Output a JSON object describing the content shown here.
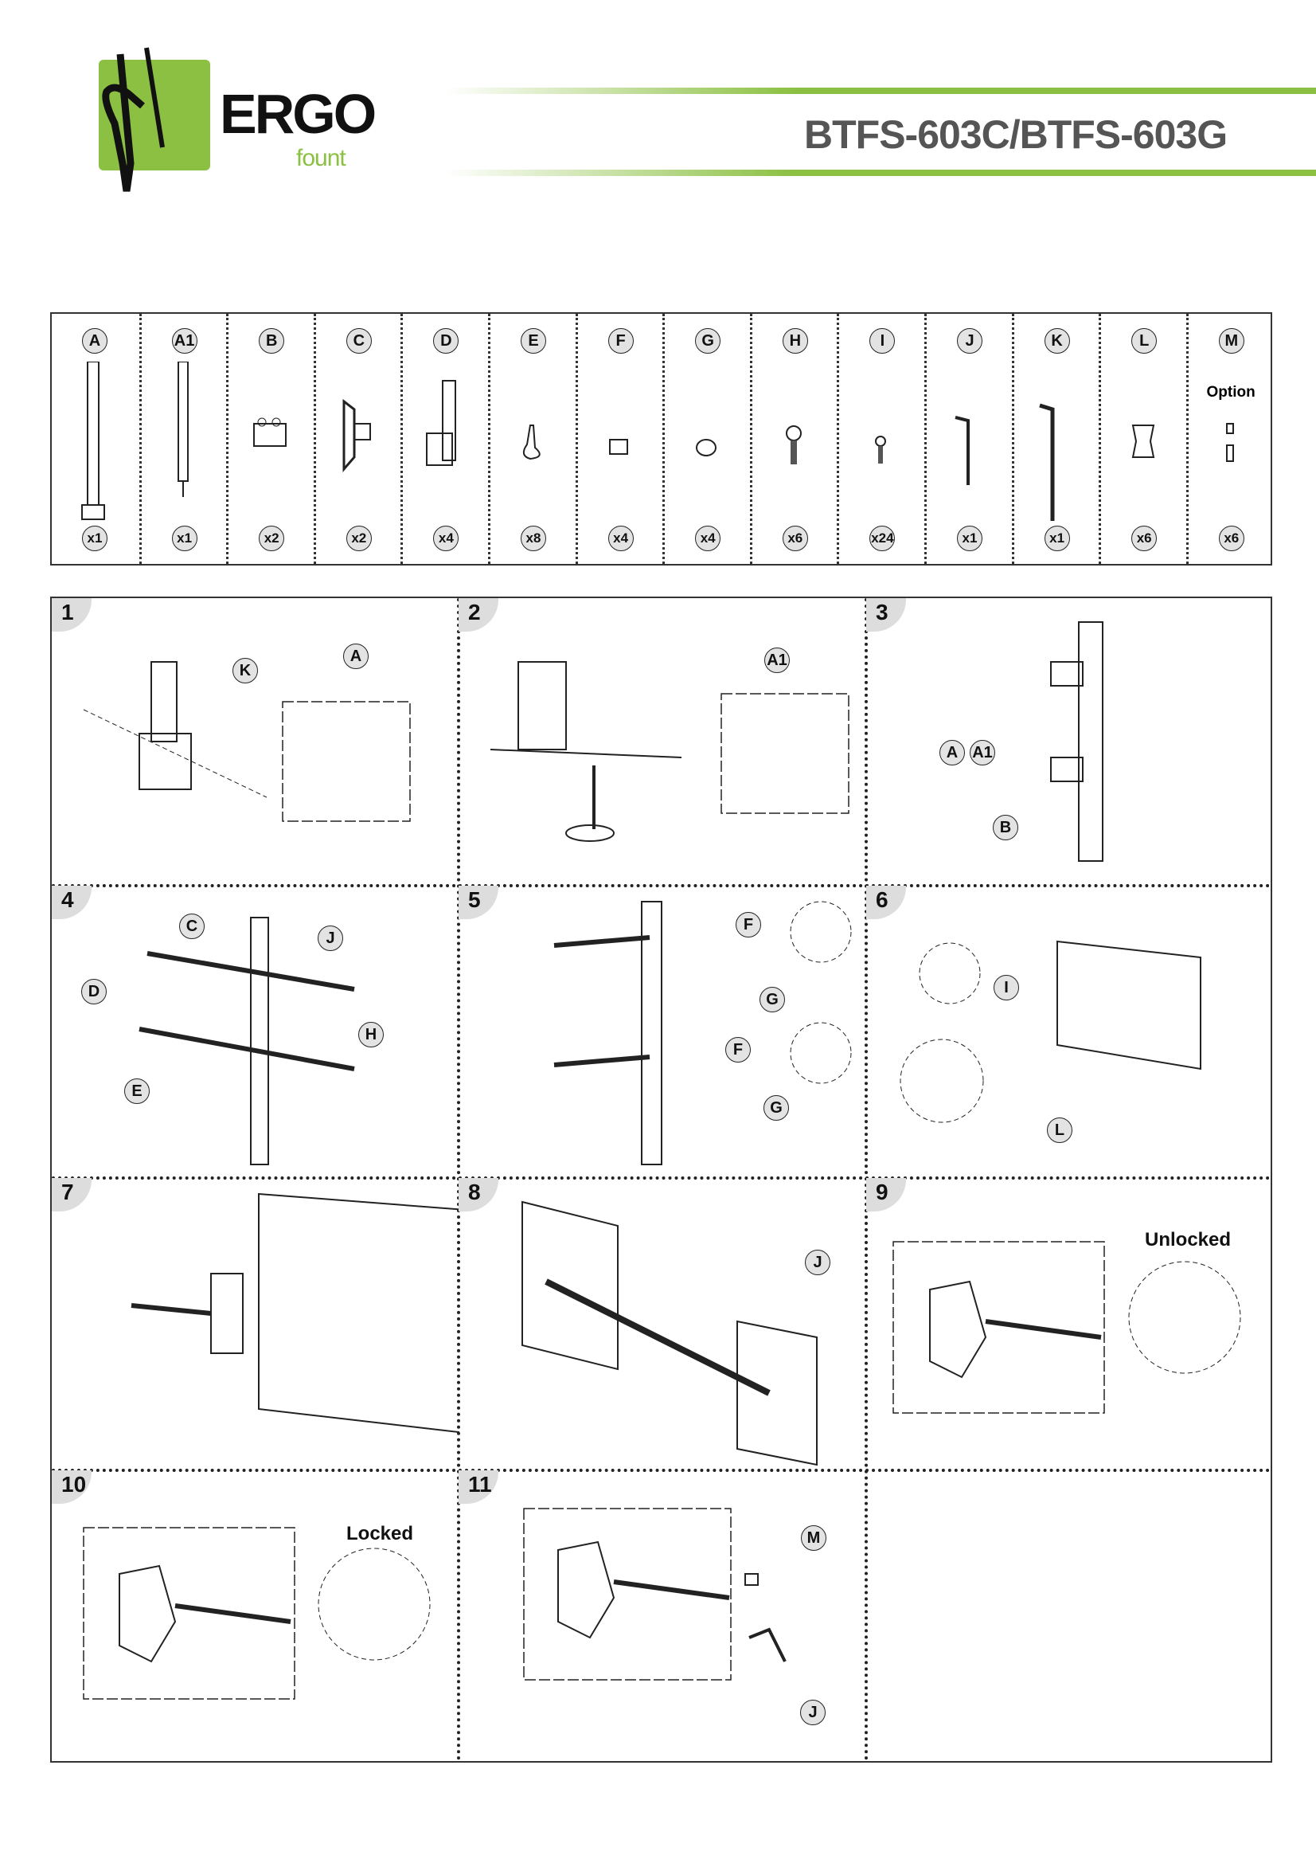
{
  "header": {
    "logo_text": "ERGO",
    "logo_sub": "fount",
    "model": "BTFS-603C/BTFS-603G",
    "accent": "#8cc043"
  },
  "parts": [
    {
      "id": "A",
      "qty": "x1"
    },
    {
      "id": "A1",
      "qty": "x1"
    },
    {
      "id": "B",
      "qty": "x2"
    },
    {
      "id": "C",
      "qty": "x2"
    },
    {
      "id": "D",
      "qty": "x4"
    },
    {
      "id": "E",
      "qty": "x8"
    },
    {
      "id": "F",
      "qty": "x4"
    },
    {
      "id": "G",
      "qty": "x4"
    },
    {
      "id": "H",
      "qty": "x6"
    },
    {
      "id": "I",
      "qty": "x24"
    },
    {
      "id": "J",
      "qty": "x1"
    },
    {
      "id": "K",
      "qty": "x1"
    },
    {
      "id": "L",
      "qty": "x6"
    },
    {
      "id": "M",
      "qty": "x6",
      "note": "Option"
    }
  ],
  "steps": [
    {
      "num": "1",
      "callouts": [
        "K",
        "A"
      ]
    },
    {
      "num": "2",
      "callouts": [
        "A1"
      ]
    },
    {
      "num": "3",
      "callouts": [
        "A",
        "A1",
        "B"
      ]
    },
    {
      "num": "4",
      "callouts": [
        "C",
        "J",
        "D",
        "H",
        "E"
      ]
    },
    {
      "num": "5",
      "callouts": [
        "F",
        "G",
        "F",
        "G"
      ]
    },
    {
      "num": "6",
      "callouts": [
        "I",
        "L"
      ]
    },
    {
      "num": "7",
      "callouts": []
    },
    {
      "num": "8",
      "callouts": [
        "J"
      ]
    },
    {
      "num": "9",
      "callouts": [],
      "text": "Unlocked"
    },
    {
      "num": "10",
      "callouts": [],
      "text": "Locked"
    },
    {
      "num": "11",
      "callouts": [
        "M",
        "J"
      ]
    }
  ]
}
